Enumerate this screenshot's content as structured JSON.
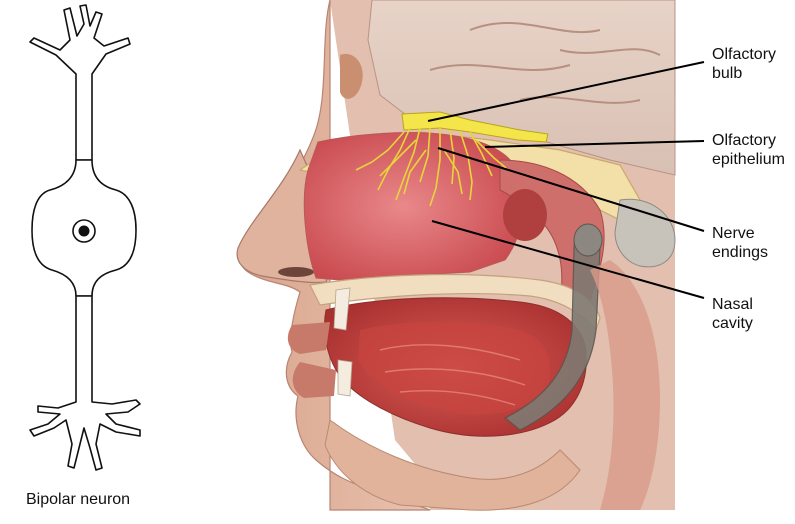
{
  "figure": {
    "neuron_caption": "Bipolar neuron",
    "labels": [
      {
        "id": "olfactory-bulb",
        "lines": [
          "Olfactory",
          "bulb"
        ]
      },
      {
        "id": "olfactory-epithelium",
        "lines": [
          "Olfactory",
          "epithelium"
        ]
      },
      {
        "id": "nerve-endings",
        "lines": [
          "Nerve",
          "endings"
        ]
      },
      {
        "id": "nasal-cavity",
        "lines": [
          "Nasal",
          "cavity"
        ]
      }
    ]
  }
}
